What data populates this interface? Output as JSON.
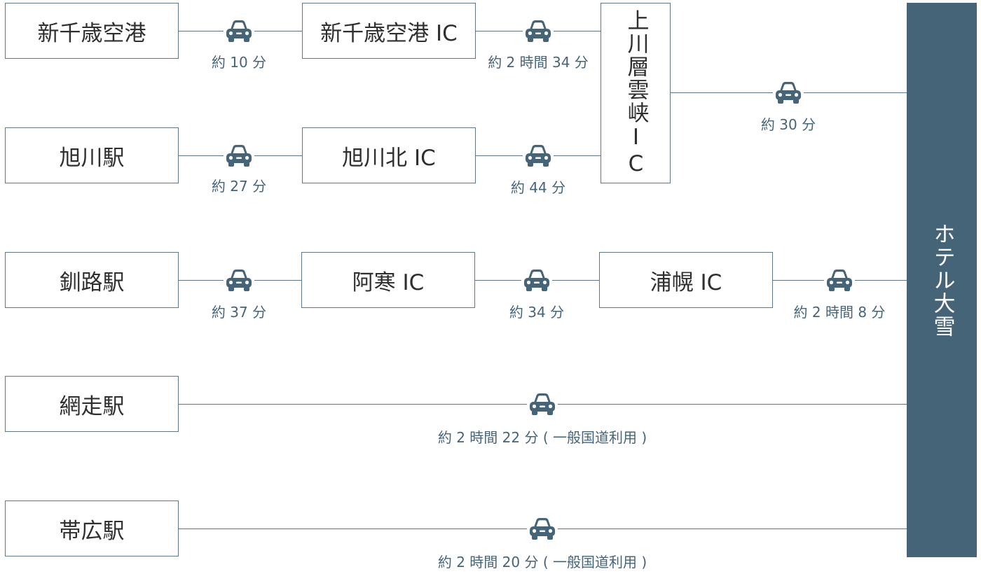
{
  "colors": {
    "accent": "#466478",
    "border": "#5f7786",
    "line": "#5d7585",
    "text": "#2f2f2f"
  },
  "hotel": {
    "name": "ホテル大雪"
  },
  "nodes": {
    "new_chitose_airport": "新千歳空港",
    "new_chitose_airport_ic": "新千歳空港 IC",
    "kamikawa_sounkyo_ic": "上川層雲峡IC",
    "asahikawa_station": "旭川駅",
    "asahikawa_kita_ic": "旭川北 IC",
    "kushiro_station": "釧路駅",
    "akan_ic": "阿寒 IC",
    "urahoro_ic": "浦幌 IC",
    "abashiri_station": "網走駅",
    "obihiro_station": "帯広駅"
  },
  "segments": {
    "chitose_airport_to_ic": {
      "time": "約 10 分",
      "icon": "car-icon"
    },
    "chitose_ic_to_kamikawa": {
      "time": "約 2 時間 34 分",
      "icon": "car-icon"
    },
    "kamikawa_to_hotel": {
      "time": "約 30 分",
      "icon": "car-icon"
    },
    "asahikawa_station_to_ic": {
      "time": "約 27 分",
      "icon": "car-icon"
    },
    "asahikawa_ic_to_kamikawa": {
      "time": "約 44 分",
      "icon": "car-icon"
    },
    "kushiro_to_akan": {
      "time": "約 37 分",
      "icon": "car-icon"
    },
    "akan_to_urahoro": {
      "time": "約 34 分",
      "icon": "car-icon"
    },
    "urahoro_to_hotel": {
      "time": "約 2 時間 8 分",
      "icon": "car-icon"
    },
    "abashiri_to_hotel": {
      "time": "約 2 時間 22 分 ( 一般国道利用 )",
      "icon": "car-icon"
    },
    "obihiro_to_hotel": {
      "time": "約 2 時間 20 分 ( 一般国道利用 )",
      "icon": "car-icon"
    }
  }
}
